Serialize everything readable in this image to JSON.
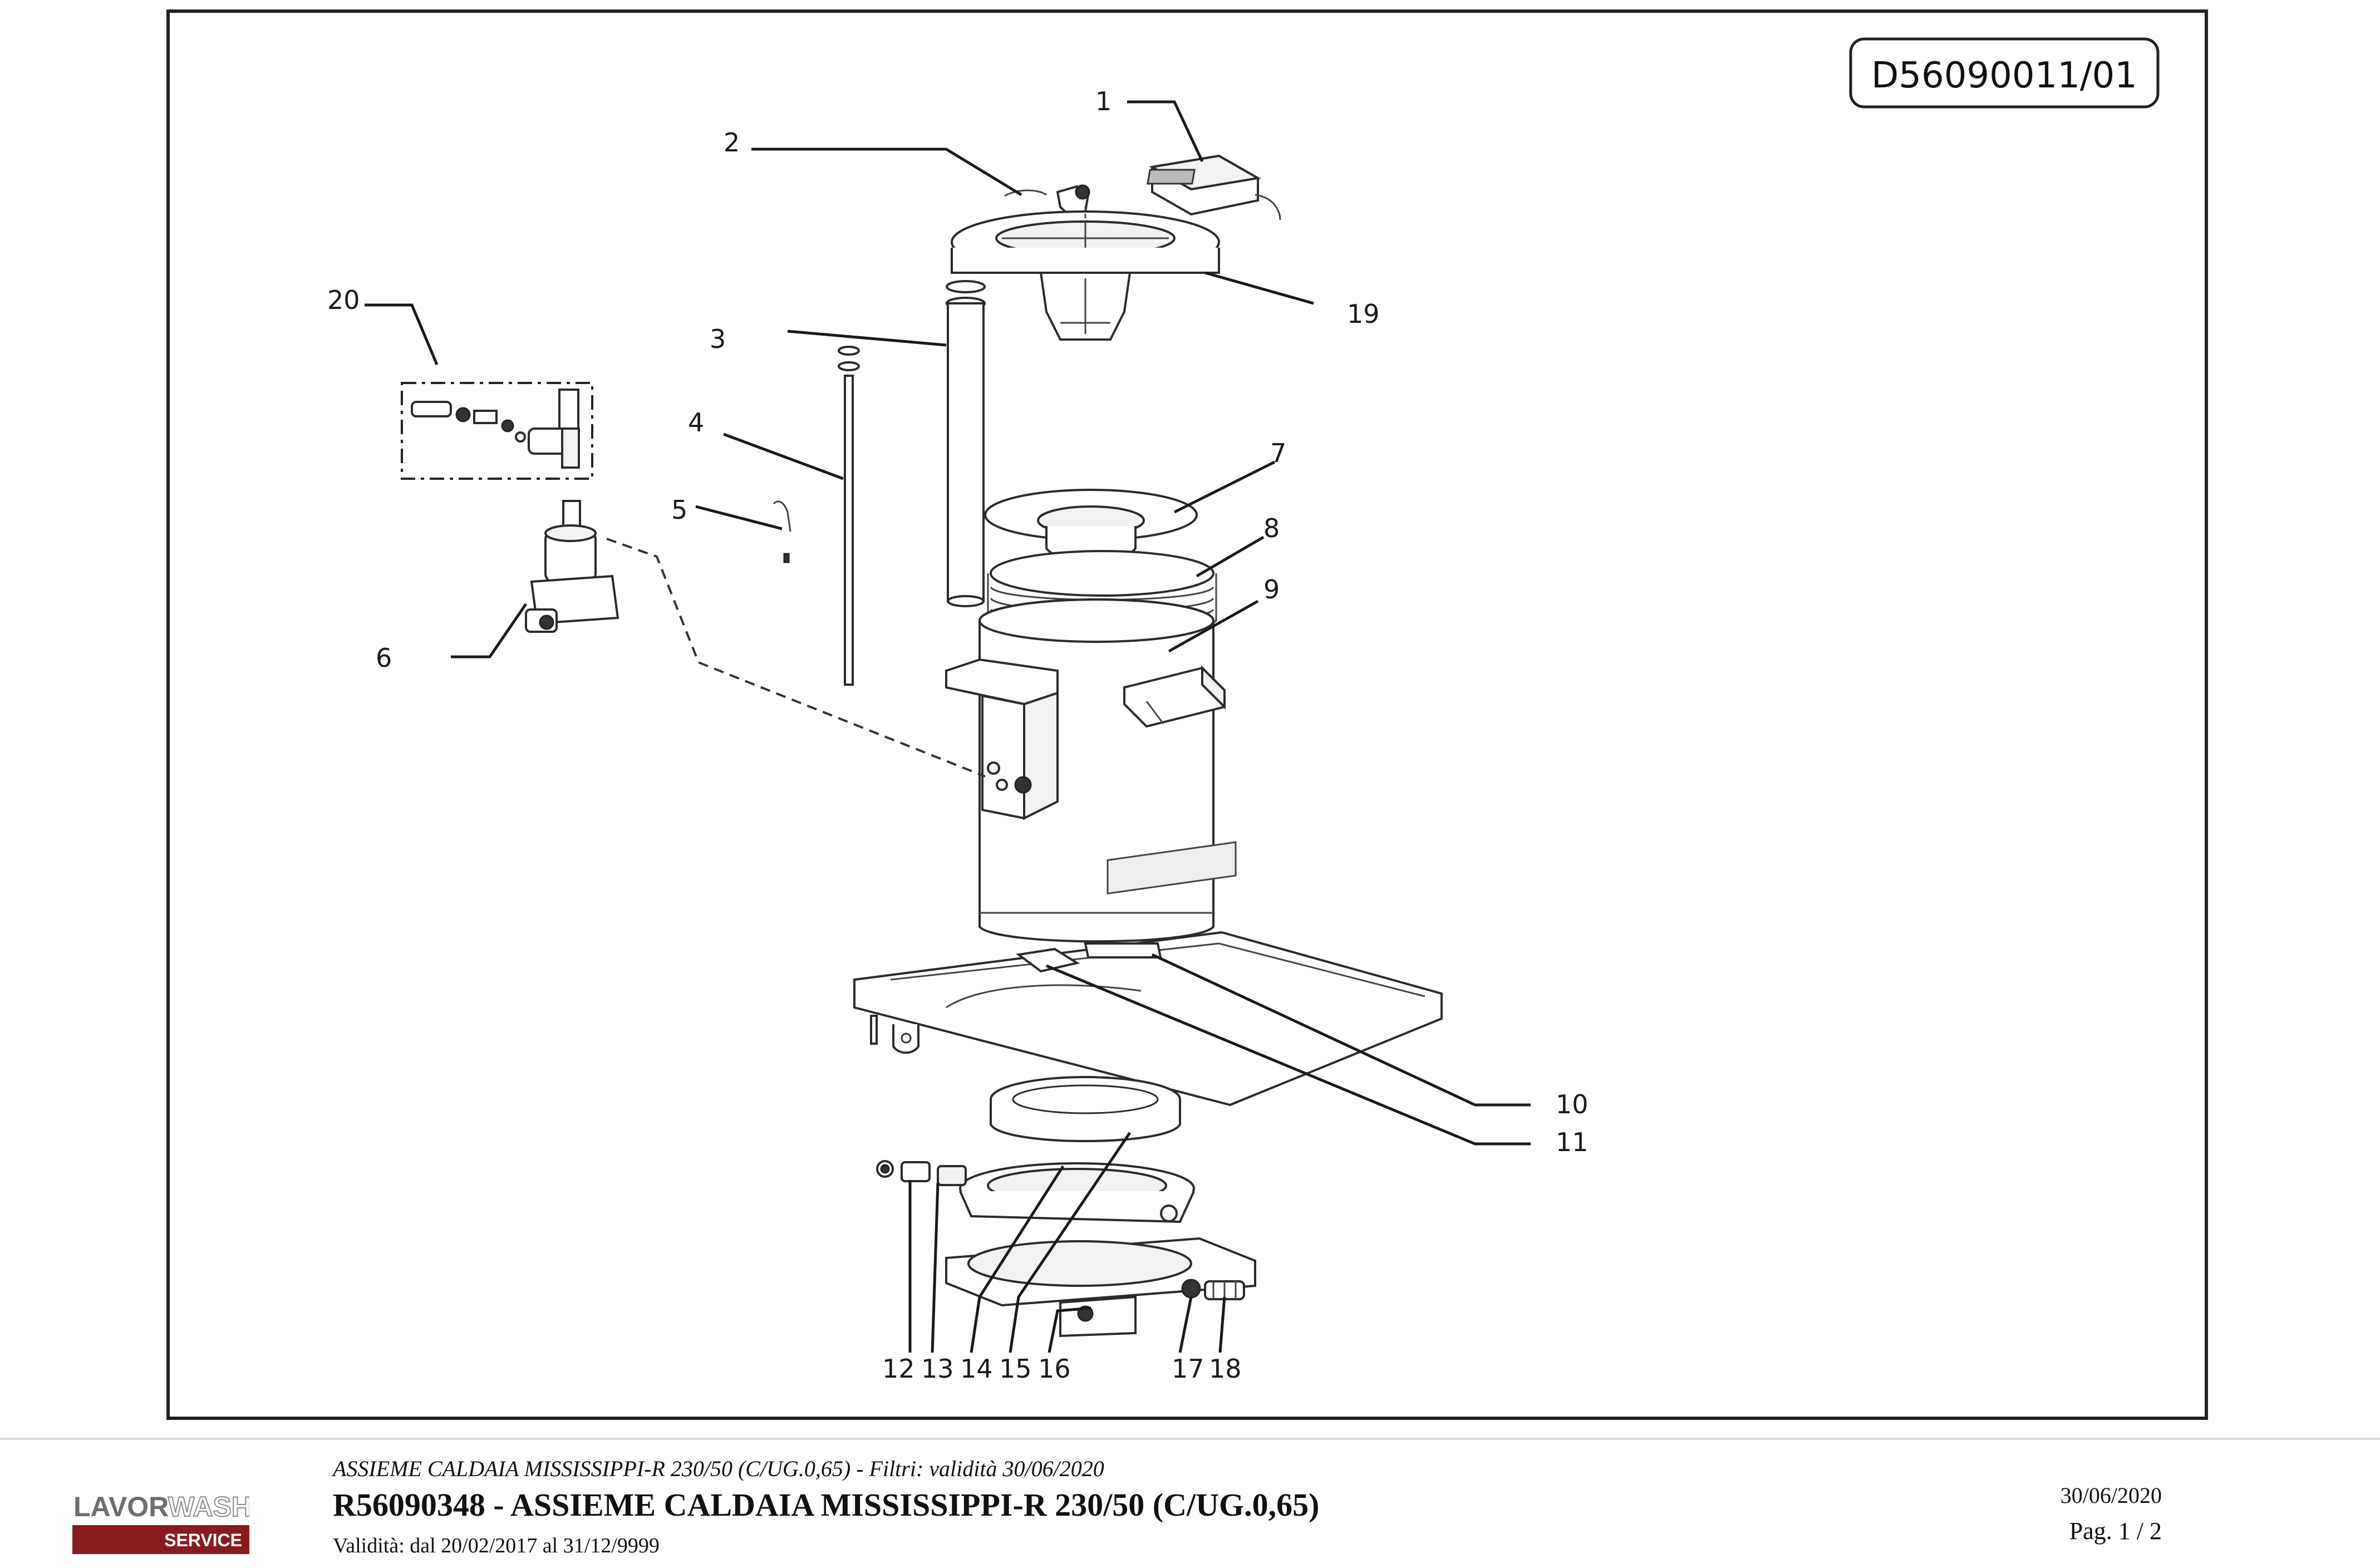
{
  "document": {
    "drawing_code": "D56090011/01"
  },
  "callouts": [
    "1",
    "2",
    "3",
    "4",
    "5",
    "6",
    "7",
    "8",
    "9",
    "10",
    "11",
    "12",
    "13",
    "14",
    "15",
    "16",
    "17",
    "18",
    "19",
    "20"
  ],
  "footer": {
    "subtitle": "ASSIEME CALDAIA MISSISSIPPI-R 230/50 (C/UG.0,65) - Filtri: validità 30/06/2020",
    "title": "R56090348 - ASSIEME CALDAIA MISSISSIPPI-R 230/50 (C/UG.0,65)",
    "validity": "Validità: dal 20/02/2017 al 31/12/9999",
    "date": "30/06/2020",
    "page": "Pag. 1 / 2"
  },
  "logo": {
    "brand_left": "LAVOR",
    "brand_right": "WASH",
    "tag": "SERVICE",
    "accent_color": "#8b1a1f"
  }
}
